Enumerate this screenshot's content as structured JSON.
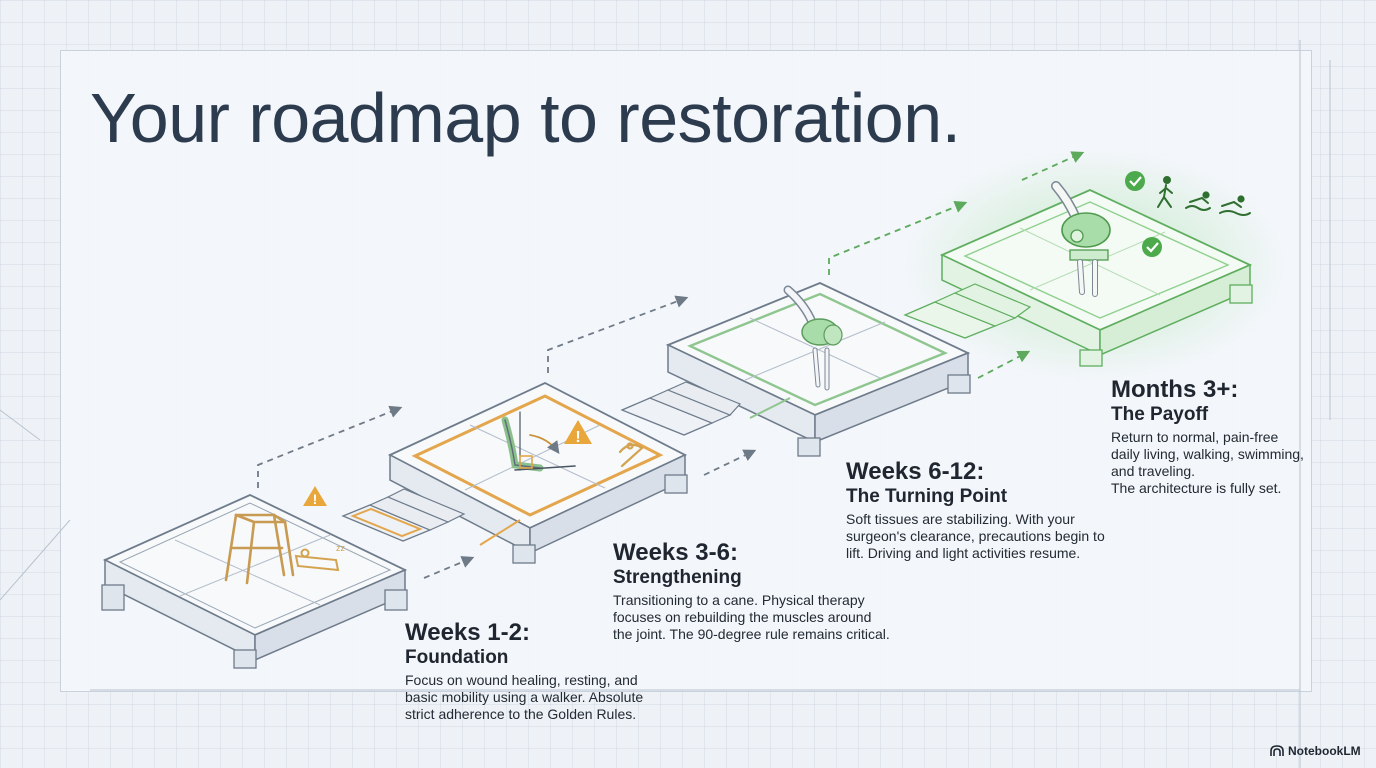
{
  "title": "Your roadmap to restoration.",
  "stages": [
    {
      "heading": "Weeks 1-2:",
      "subtitle": "Foundation",
      "body": "Focus on wound healing, resting, and\nbasic mobility using a walker. Absolute\nstrict adherence to the Golden Rules.",
      "accent": "#e3a64c",
      "icons": [
        "walker-icon",
        "warning-icon",
        "resting-bed-icon"
      ]
    },
    {
      "heading": "Weeks 3-6:",
      "subtitle": "Strengthening",
      "body": "Transitioning to a cane. Physical therapy\nfocuses on rebuilding the muscles around\nthe joint. The 90-degree rule remains critical.",
      "accent": "#e3a64c",
      "icons": [
        "leg-angle-icon",
        "warning-icon",
        "cane-icon"
      ]
    },
    {
      "heading": "Weeks 6-12:",
      "subtitle": "The Turning Point",
      "body": "Soft tissues are stabilizing. With your\nsurgeon's clearance, precautions begin to\nlift. Driving and light activities resume.",
      "accent": "#7cbf7c",
      "icons": [
        "knee-joint-icon"
      ]
    },
    {
      "heading": "Months 3+:",
      "subtitle": "The Payoff",
      "body": "Return to normal, pain-free\ndaily living, walking, swimming,\nand traveling.\nThe architecture is fully set.",
      "accent": "#6cc56c",
      "icons": [
        "knee-implant-icon",
        "check-icon",
        "walking-icon",
        "swimming-icon"
      ]
    }
  ],
  "colors": {
    "title": "#2d3b4e",
    "line": "#7e8a99",
    "gold": "#e3a64c",
    "green": "#6cc56c",
    "arrow": "#707b88"
  },
  "badge": {
    "label": "NotebookLM"
  }
}
